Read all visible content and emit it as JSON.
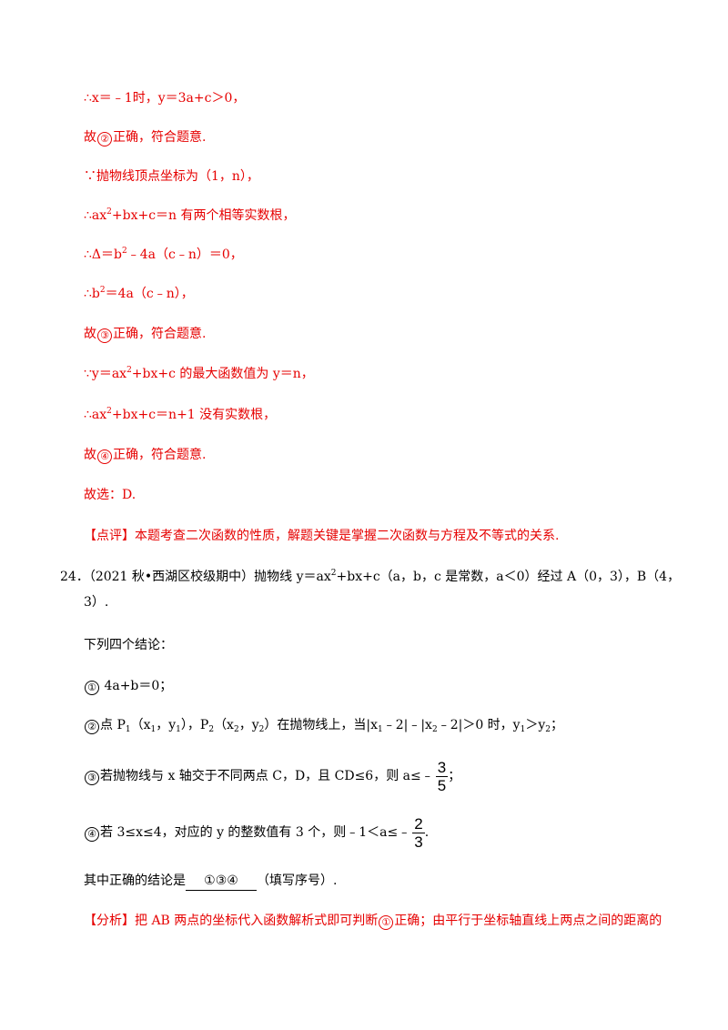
{
  "lines": {
    "l1_a": "∴x＝﹣1时，y＝3a+c＞0，",
    "l2_a": "故",
    "l2_n": "②",
    "l2_b": "正确，符合题意.",
    "l3_a": "∵抛物线顶点坐标为（1，n），",
    "l4_a": "∴ax",
    "l4_sup": "2",
    "l4_b": "+bx+c＝n 有两个相等实数根，",
    "l5_a": "∴Δ＝b",
    "l5_sup": "2",
    "l5_b": "﹣4a（c﹣n）＝0，",
    "l6_a": "∴b",
    "l6_sup": "2",
    "l6_b": "＝4a（c﹣n），",
    "l7_a": "故",
    "l7_n": "③",
    "l7_b": "正确，符合题意.",
    "l8_a": "∵y＝ax",
    "l8_sup": "2",
    "l8_b": "+bx+c 的最大函数值为 y＝n，",
    "l9_a": "∴ax",
    "l9_sup": "2",
    "l9_b": "+bx+c＝n+1 没有实数根，",
    "l10_a": "故",
    "l10_n": "④",
    "l10_b": "正确，符合题意.",
    "l11_a": "故选：D.",
    "l12_a": "【点评】本题考查二次函数的性质，解题关键是掌握二次函数与方程及不等式的关系."
  },
  "problem": {
    "q_a": "24．（2021 秋•西湖区校级期中）抛物线 y＝ax",
    "q_sup": "2",
    "q_b": "+bx+c（a，b，c 是常数，a＜0）经过 A（0，3），B（4，",
    "q_c": "3）.",
    "intro": "下列四个结论：",
    "o1_n": "①",
    "o1_b": " 4a+b＝0；",
    "o2_n": "②",
    "o2_a": "点 P",
    "o2_s1": "1",
    "o2_b": "（x",
    "o2_s2": "1",
    "o2_c": "，y",
    "o2_s3": "1",
    "o2_d": "），P",
    "o2_s4": "2",
    "o2_e": "（x",
    "o2_s5": "2",
    "o2_f": "，y",
    "o2_s6": "2",
    "o2_g": "）在抛物线上，当|x",
    "o2_s7": "1",
    "o2_h": "﹣2|﹣|x",
    "o2_s8": "2",
    "o2_i": "﹣2|＞0 时，y",
    "o2_s9": "1",
    "o2_j": "＞y",
    "o2_s10": "2",
    "o2_k": "；",
    "o3_n": "③",
    "o3_a": "若抛物线与 x 轴交于不同两点 C，D，且 CD≤6，则 a≤﹣",
    "o3_num": "3",
    "o3_den": "5",
    "o3_end": "；",
    "o4_n": "④",
    "o4_a": "若 3≤x≤4，对应的 y 的整数值有 3 个，则﹣1＜a≤﹣",
    "o4_num": "2",
    "o4_den": "3",
    "o4_end": ".",
    "ans_a": "其中正确的结论是",
    "ans_fill": "①③④",
    "ans_b": "（填写序号）.",
    "an_a": "【分析】把 AB 两点的坐标代入函数解析式即可判断",
    "an_n": "①",
    "an_b": "正确；由平行于坐标轴直线上两点之间的距离的"
  },
  "colors": {
    "answer_red": "#e60000",
    "text_black": "#000000"
  }
}
